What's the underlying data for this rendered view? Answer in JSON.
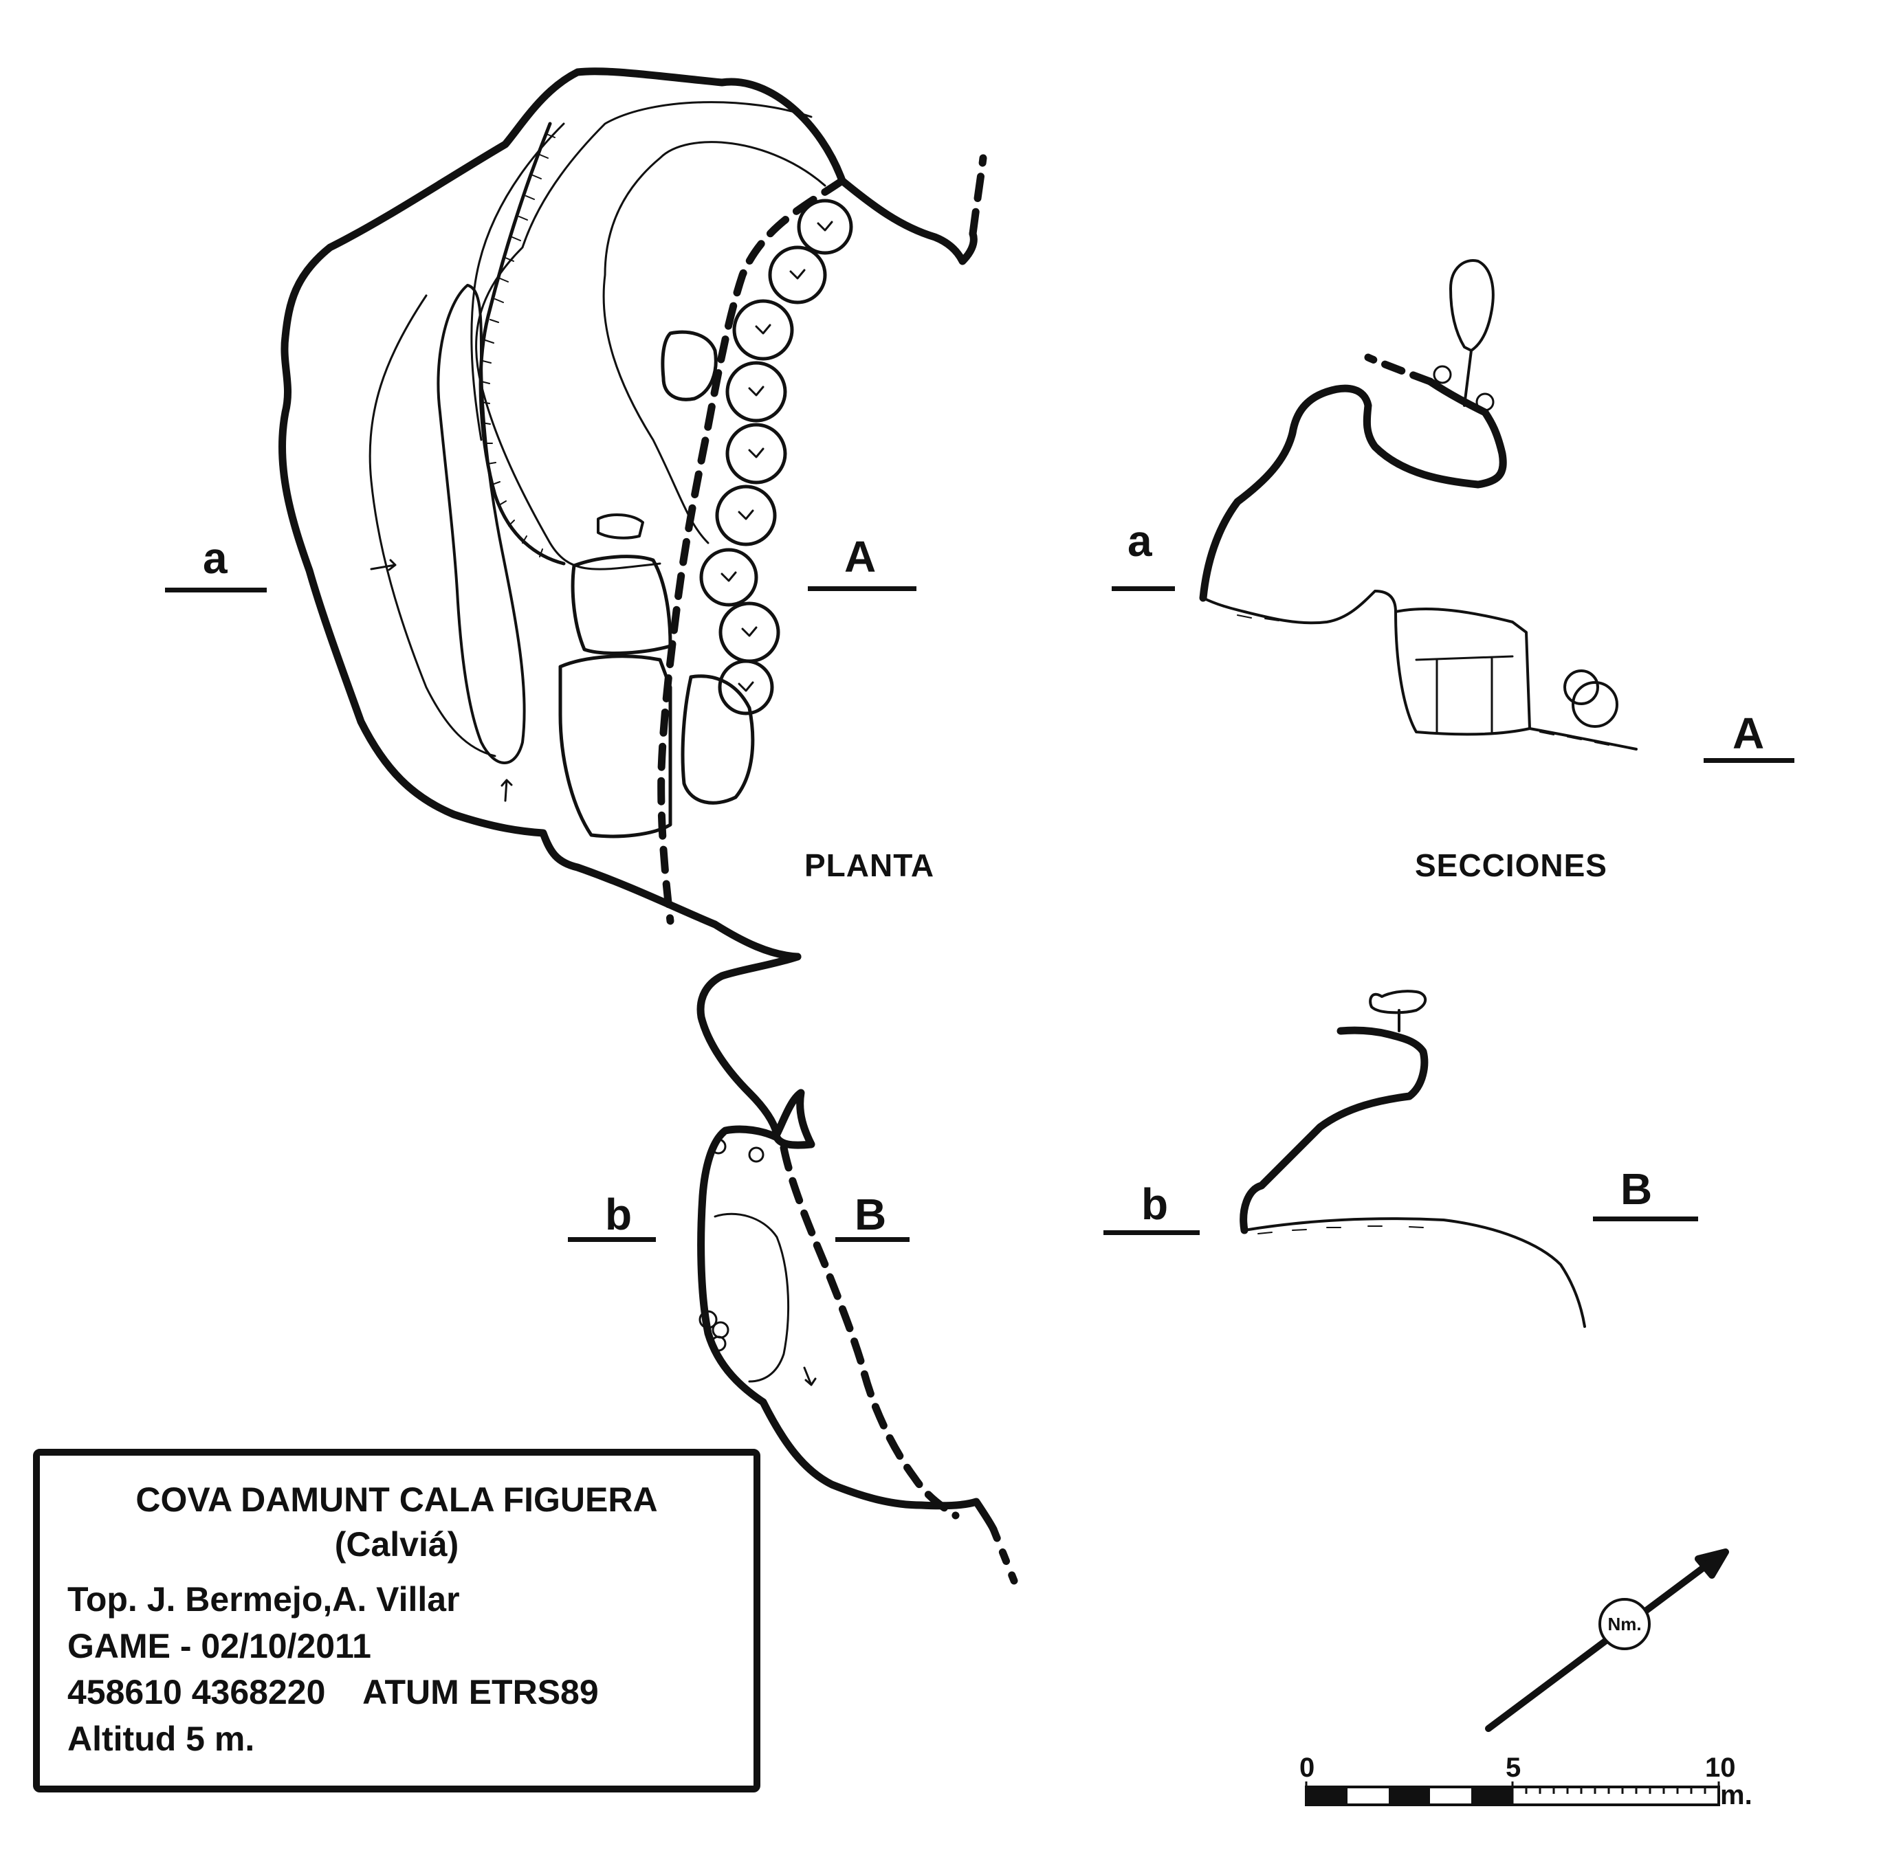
{
  "title_box": {
    "cave_name": "COVA DAMUNT CALA FIGUERA",
    "municipality": "(Calviá)",
    "surveyors": "Top. J. Bermejo,A. Villar",
    "group_date": "GAME - 02/10/2011",
    "coordinates": "458610 4368220    ATUM ETRS89",
    "altitude": "Altitud 5 m."
  },
  "views": {
    "plan_label": "PLANTA",
    "sections_label": "SECCIONES"
  },
  "section_markers": {
    "plan": {
      "a_lower": "a",
      "a_upper": "A",
      "b_lower": "b",
      "b_upper": "B"
    },
    "sections": {
      "a_lower": "a",
      "a_upper": "A",
      "b_lower": "b",
      "b_upper": "B"
    }
  },
  "north_arrow": {
    "label": "Nm."
  },
  "scale_bar": {
    "tick_0": "0",
    "tick_5": "5",
    "tick_10": "10",
    "unit": "m."
  }
}
